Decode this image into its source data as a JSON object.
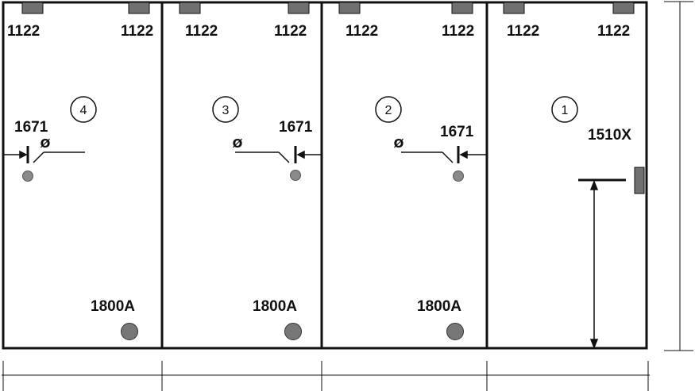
{
  "labels": {
    "hinge": "1122",
    "lock": "1671",
    "knob": "1800A",
    "hardware_1": "1510X",
    "diameter_symbol": "Ø"
  },
  "panels": [
    {
      "number": "4"
    },
    {
      "number": "3"
    },
    {
      "number": "2"
    },
    {
      "number": "1"
    }
  ],
  "colors": {
    "stroke": "#111111",
    "hardware_fill": "#8a8a8a",
    "hardware_dark": "#707070"
  }
}
